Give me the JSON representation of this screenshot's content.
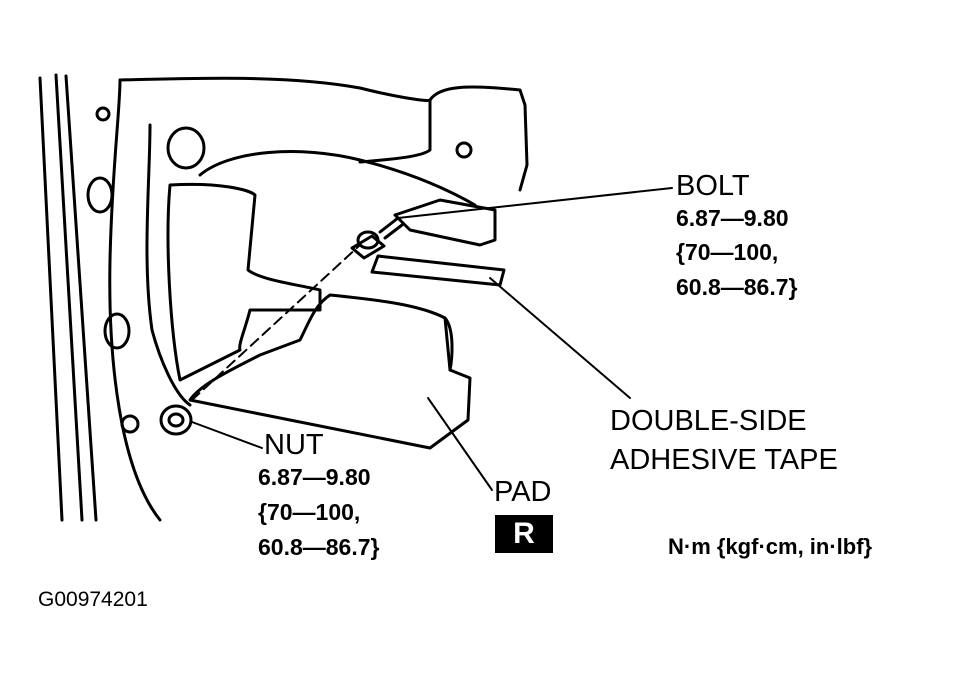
{
  "labels": {
    "bolt": "BOLT",
    "bolt_torque": [
      "6.87—9.80",
      "{70—100,",
      "60.8—86.7}"
    ],
    "nut": "NUT",
    "nut_torque": [
      "6.87—9.80",
      "{70—100,",
      "60.8—86.7}"
    ],
    "tape_line1": "DOUBLE-SIDE",
    "tape_line2": "ADHESIVE TAPE",
    "pad": "PAD",
    "side_badge": "R",
    "units": "N·m {kgf·cm, in·lbf}",
    "figure_code": "G00974201"
  }
}
